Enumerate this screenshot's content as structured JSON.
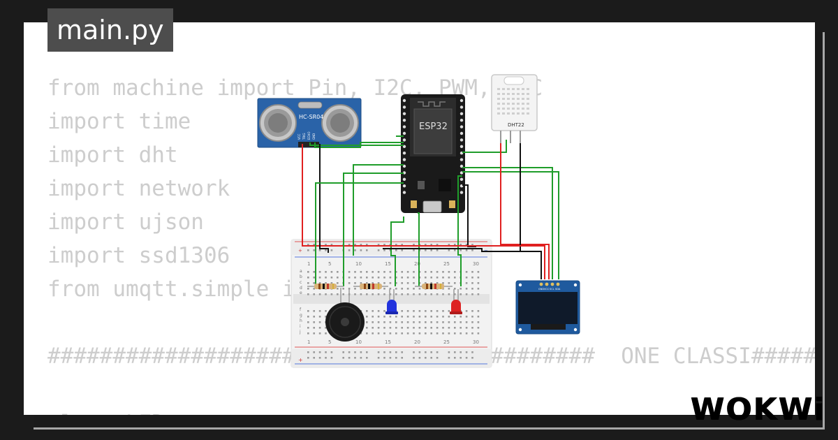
{
  "tab": {
    "filename": "main.py"
  },
  "code_lines": [
    "from machine import Pin, I2C, PWM, ADC",
    "import time",
    "import dht",
    "import network",
    "import ujson",
    "import ssd1306",
    "from umqtt.simple imp",
    "",
    "##########################################  ONE CLASSI############",
    "",
    "class LED:"
  ],
  "components": {
    "ultrasonic_label": "HC-SR04",
    "mcu_label": "ESP32",
    "temp_sensor_label": "DHT22",
    "ultrasonic_pins": [
      "VCC",
      "TRIG",
      "ECHO",
      "GND"
    ],
    "oled_pins": [
      "GND",
      "VCC",
      "SCL",
      "SDA"
    ]
  },
  "breadboard": {
    "column_numbers": [
      "1",
      "5",
      "10",
      "15",
      "20",
      "25",
      "30"
    ],
    "row_letters_top": [
      "a",
      "b",
      "c",
      "d",
      "e"
    ],
    "row_letters_bottom": [
      "f",
      "g",
      "h",
      "i",
      "j"
    ],
    "rail_plus": "+",
    "rail_minus": "−"
  },
  "logo": {
    "text": "WOKWi"
  },
  "colors": {
    "background": "#1b1b1b",
    "paper": "#ffffff",
    "tab_bg": "#4d4d4d",
    "code_text": "#cdcdcd",
    "wire_green": "#1f9d2a",
    "wire_red": "#e02020",
    "wire_black": "#111111",
    "led_blue": "#2233dd",
    "led_red": "#dd2222",
    "hcsr04_board": "#2a63a8",
    "oled_board": "#1f5a9e",
    "esp32_board": "#1a1a1a"
  }
}
